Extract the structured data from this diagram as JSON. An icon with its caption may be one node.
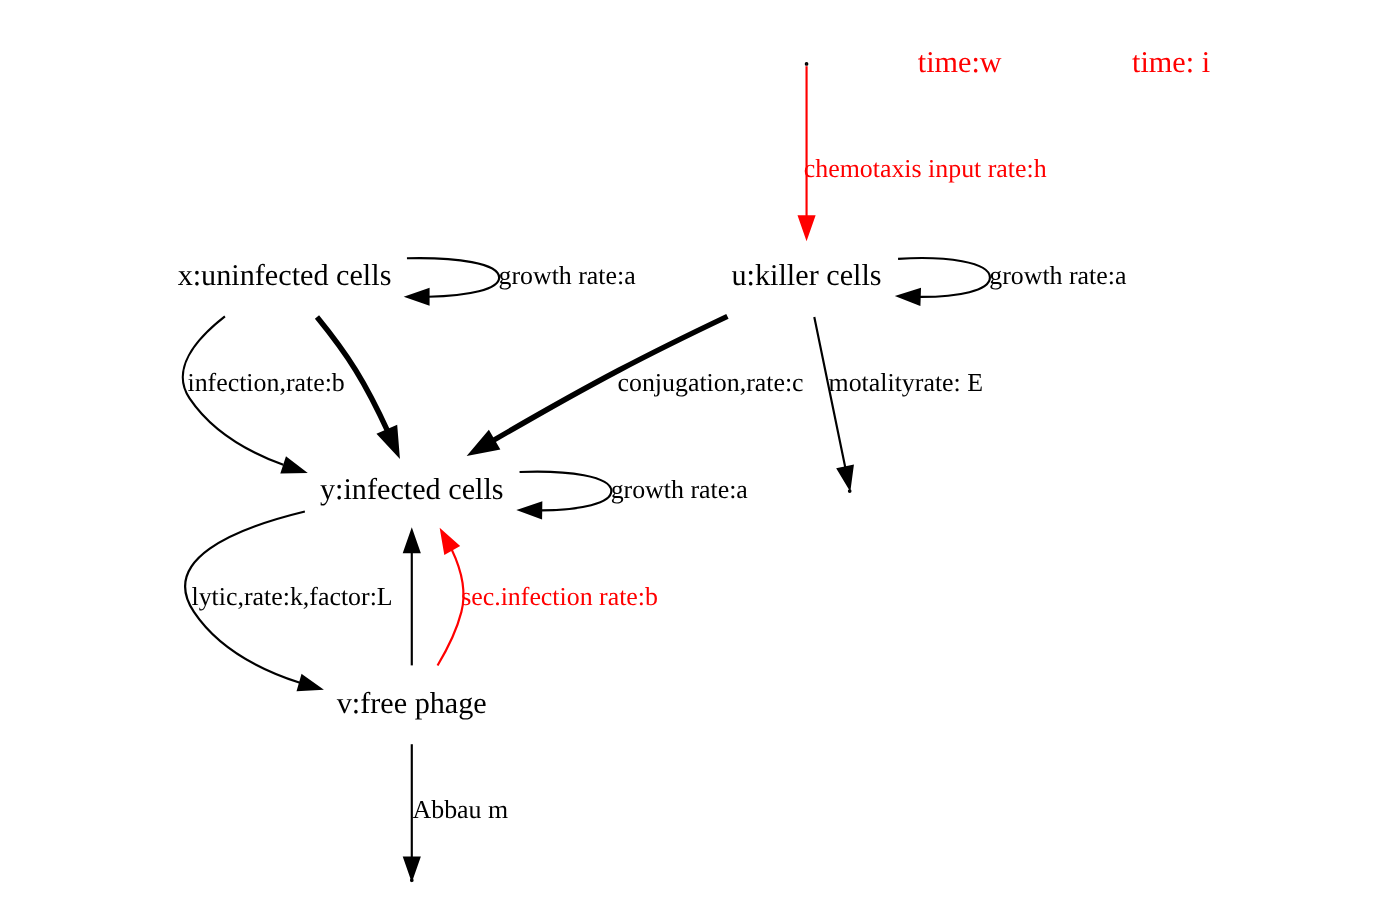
{
  "diagram": {
    "nodes": [
      {
        "text": [
          "x:uninfected cells"
        ]
      },
      {
        "text": [
          "v:free phage"
        ]
      },
      {
        "text": [
          "y:infected cells"
        ]
      },
      {
        "text": [
          "u:killer cells"
        ]
      }
    ],
    "edges": [
      {
        "from": 0,
        "to": 0,
        "arrow": "to",
        "label": "growth rate:a"
      },
      {
        "from": 0,
        "to": 2,
        "arrow": "to",
        "label": "infection,rate:b"
      },
      {
        "from": 1,
        "to": 2,
        "arrow": "to"
      },
      {
        "from": 1,
        "to": 2,
        "arrow": "to",
        "label": "sec.infection rate:b",
        "color": "#ff0000"
      },
      {
        "from": 2,
        "to": 1,
        "arrow": "to",
        "label": "lytic,rate:k,factor:L"
      },
      {
        "from": 2,
        "to": 2,
        "arrow": "to",
        "label": "growth rate:a"
      },
      {
        "from": 1,
        "to": null,
        "arrow": "to",
        "label": "Abbau m"
      },
      {
        "from": 0,
        "to": 2,
        "arrow": "to",
        "style": "thick"
      },
      {
        "from": 3,
        "to": 2,
        "arrow": "to",
        "style": "thick",
        "label": "conjugation,rate:c"
      },
      {
        "from": 3,
        "to": null,
        "arrow": "to",
        "label": "motalityrate: E"
      },
      {
        "from": 3,
        "to": 3,
        "arrow": "to",
        "label": "growth rate:a"
      },
      {
        "from": null,
        "to": 3,
        "arrow": "to",
        "label": "chemotaxis input rate:h",
        "color": "#ff0000"
      }
    ],
    "labels": [
      "time:w",
      "time: i"
    ]
  }
}
